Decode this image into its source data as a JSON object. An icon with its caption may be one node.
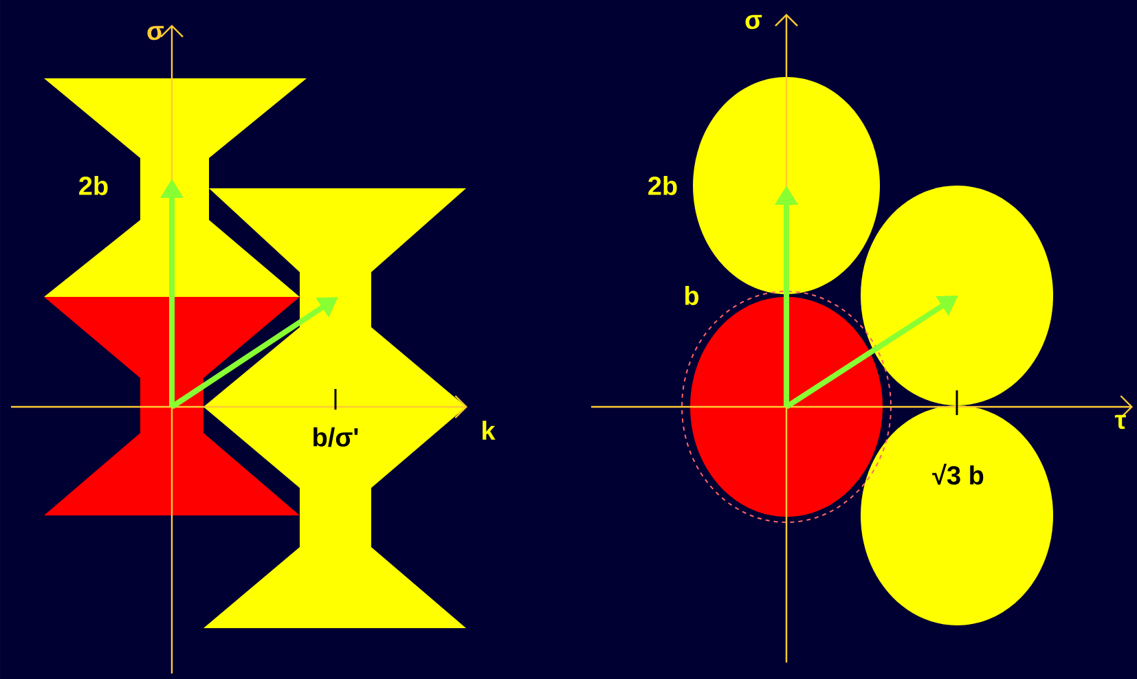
{
  "diagram": {
    "labels": [
      "σ",
      "2b",
      "b/σ'",
      "k",
      "σ",
      "2b",
      "b",
      "√3 b",
      "τ"
    ]
  }
}
